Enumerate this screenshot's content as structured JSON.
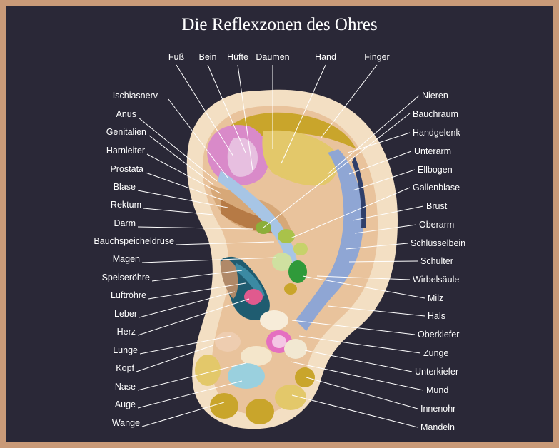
{
  "title": "Die Reflexzonen des Ohres",
  "colors": {
    "background": "#2a2837",
    "frame": "#c99a78",
    "ear_outer": "#f3dfc3",
    "ear_skin": "#e9c39c",
    "mustard": "#c9a52b",
    "pink": "#e56fc0",
    "blue": "#8fa6d4",
    "teal": "#1f5c70",
    "green": "#2f9a3a",
    "light_blue": "#9ad0de"
  },
  "labels": {
    "top": [
      "Fuß",
      "Bein",
      "Hüfte",
      "Daumen",
      "Hand",
      "Finger"
    ],
    "left": [
      "Ischiasnerv",
      "Anus",
      "Genitalien",
      "Harnleiter",
      "Prostata",
      "Blase",
      "Rektum",
      "Darm",
      "Bauchspeicheldrüse",
      "Magen",
      "Speiseröhre",
      "Luftröhre",
      "Leber",
      "Herz",
      "Lunge",
      "Kopf",
      "Nase",
      "Auge",
      "Wange"
    ],
    "right": [
      "Nieren",
      "Bauchraum",
      "Handgelenk",
      "Unterarm",
      "Ellbogen",
      "Gallenblase",
      "Brust",
      "Oberarm",
      "Schlüsselbein",
      "Schulter",
      "Wirbelsäule",
      "Milz",
      "Hals",
      "Oberkiefer",
      "Zunge",
      "Unterkiefer",
      "Mund",
      "Innenohr",
      "Mandeln"
    ]
  }
}
